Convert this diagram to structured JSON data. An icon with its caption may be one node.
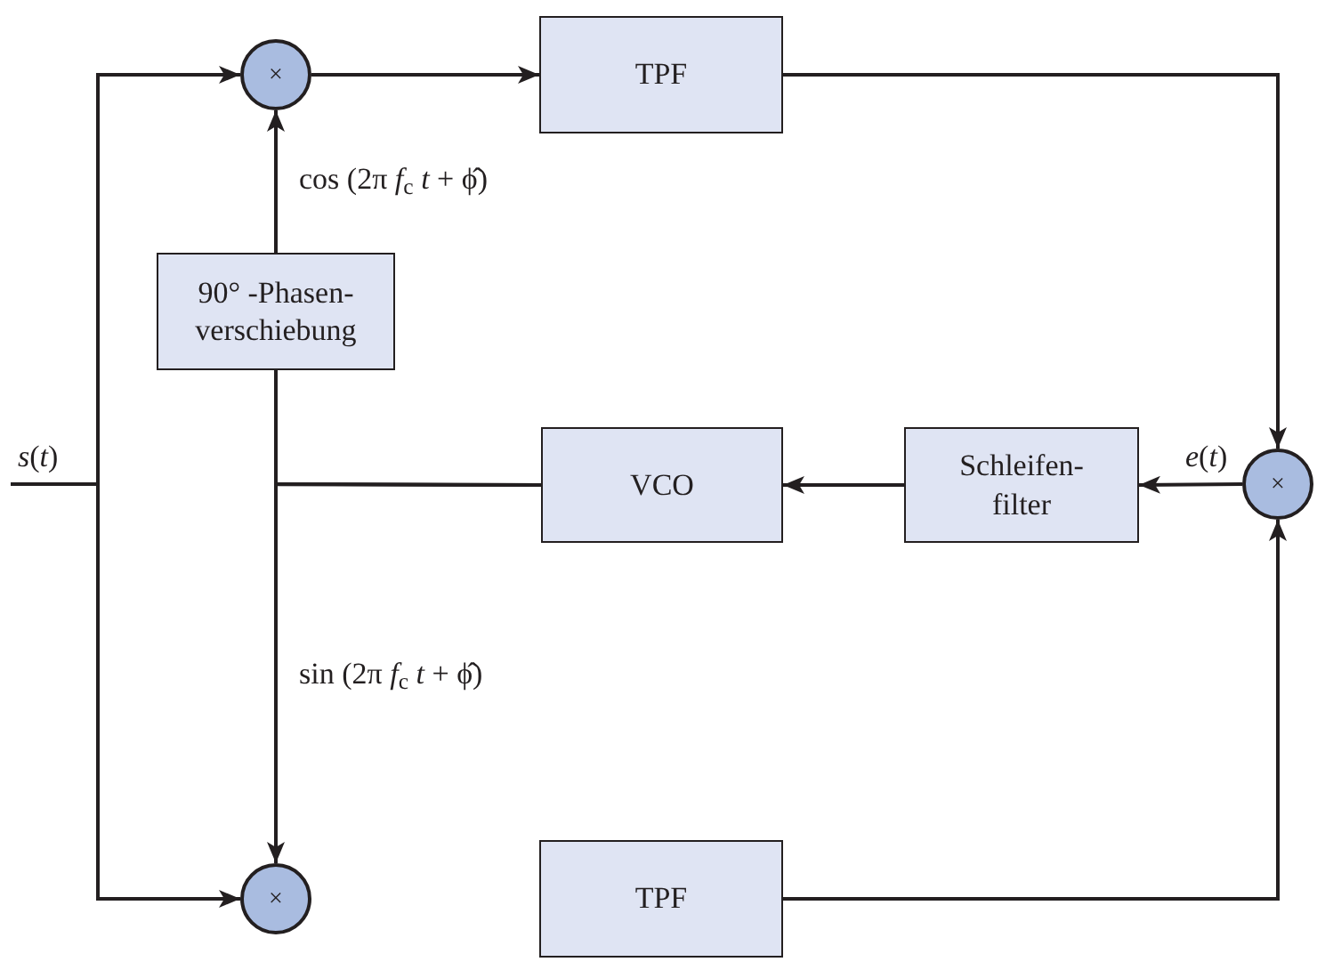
{
  "diagram": {
    "nodes": [
      {
        "text": [
          "×"
        ]
      },
      {
        "text": [
          "TPF"
        ]
      },
      {
        "text": [
          "90° -Phasen- verschiebung"
        ]
      },
      {
        "text": [
          "VCO"
        ]
      },
      {
        "text": [
          "Schleifen- filter"
        ]
      },
      {
        "text": [
          "×"
        ]
      },
      {
        "text": [
          "×"
        ]
      },
      {
        "text": [
          "TPF"
        ]
      }
    ],
    "edges": [
      {
        "from": null,
        "to": 0,
        "arrow": "to",
        "label": "*s*(*t*)"
      },
      {
        "from": null,
        "to": 6,
        "arrow": "to"
      },
      {
        "from": 0,
        "to": 1,
        "arrow": "to"
      },
      {
        "from": 2,
        "to": 0,
        "arrow": "to",
        "label": "cos (2π *f*$_{c}$ *t* + ϕ̂)"
      },
      {
        "from": 3,
        "to": 2,
        "arrow": "none"
      },
      {
        "from": 3,
        "to": 6,
        "arrow": "to",
        "label": "sin (2π *f*$_{c}$ *t* + ϕ̂)"
      },
      {
        "from": 1,
        "to": 5,
        "arrow": "to"
      },
      {
        "from": 7,
        "to": 5,
        "arrow": "to"
      },
      {
        "from": 5,
        "to": 4,
        "arrow": "to",
        "label": "*e*(*t*)"
      },
      {
        "from": 4,
        "to": 3,
        "arrow": "to"
      }
    ]
  }
}
